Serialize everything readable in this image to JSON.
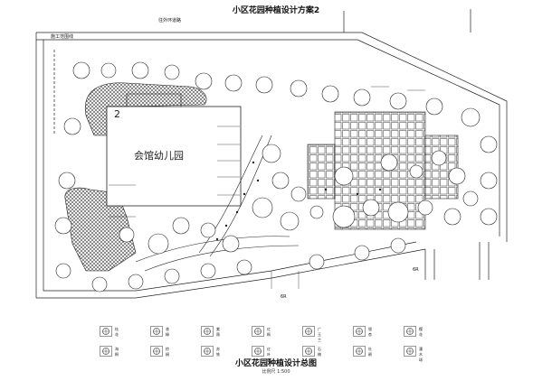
{
  "title": "小区花园种植设计方案2",
  "drawing_title": "小区花园种植设计总图",
  "scale_text": "比例尺 1:500",
  "building": {
    "label": "会馆幼儿园"
  },
  "road_label": "往外环道路",
  "area_label": "施工范围线",
  "gate_marks": [
    "6R",
    "6R"
  ],
  "number_mark": "2",
  "legend": [
    {
      "icon": "tree-symbol-1",
      "label": "桂花"
    },
    {
      "icon": "tree-symbol-2",
      "label": "香樟"
    },
    {
      "icon": "tree-symbol-3",
      "label": "紫薇"
    },
    {
      "icon": "tree-symbol-4",
      "label": "红枫"
    },
    {
      "icon": "tree-symbol-5",
      "label": "广玉兰"
    },
    {
      "icon": "tree-symbol-6",
      "label": "银杏"
    },
    {
      "icon": "tree-symbol-7",
      "label": "樱花"
    },
    {
      "icon": "tree-symbol-8",
      "label": "海桐"
    },
    {
      "icon": "tree-symbol-9",
      "label": "棕榈"
    },
    {
      "icon": "tree-symbol-10",
      "label": "苏铁"
    },
    {
      "icon": "tree-symbol-11",
      "label": "红叶李"
    },
    {
      "icon": "tree-symbol-12",
      "label": "石楠"
    },
    {
      "icon": "tree-symbol-13",
      "label": "杜鹃"
    },
    {
      "icon": "shrub-symbol",
      "label": "灌木球"
    }
  ]
}
